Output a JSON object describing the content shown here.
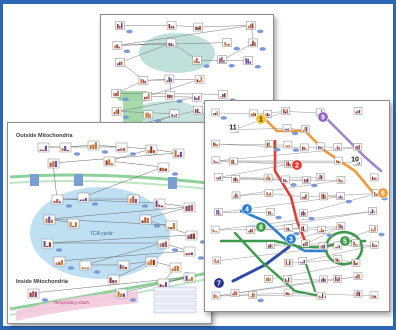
{
  "sheets": {
    "left": {
      "outside_label": "Outside Mitochondria",
      "inside_label": "Inside Mitochondria",
      "tca_label": "TCA cycle",
      "respiratory_label": "Respiratory chain"
    },
    "right": {
      "numbers": [
        "1",
        "2",
        "3",
        "4",
        "5",
        "6",
        "7",
        "8",
        "9",
        "10",
        "11"
      ]
    }
  },
  "colors": {
    "frame": "#2c67b5",
    "tca_fill": "#bfe0f2",
    "teal_fill": "#b9ddd8",
    "green_band": "#8fd19a",
    "green_path": "#3d9a4a",
    "red_path": "#e23b2f",
    "orange_path": "#f09a3a",
    "blue_path": "#2d7fd2",
    "purple_path": "#9f86c9",
    "gold_badge": "#f2c230",
    "navy_badge": "#26348a",
    "violet_badge": "#8b63c0"
  }
}
